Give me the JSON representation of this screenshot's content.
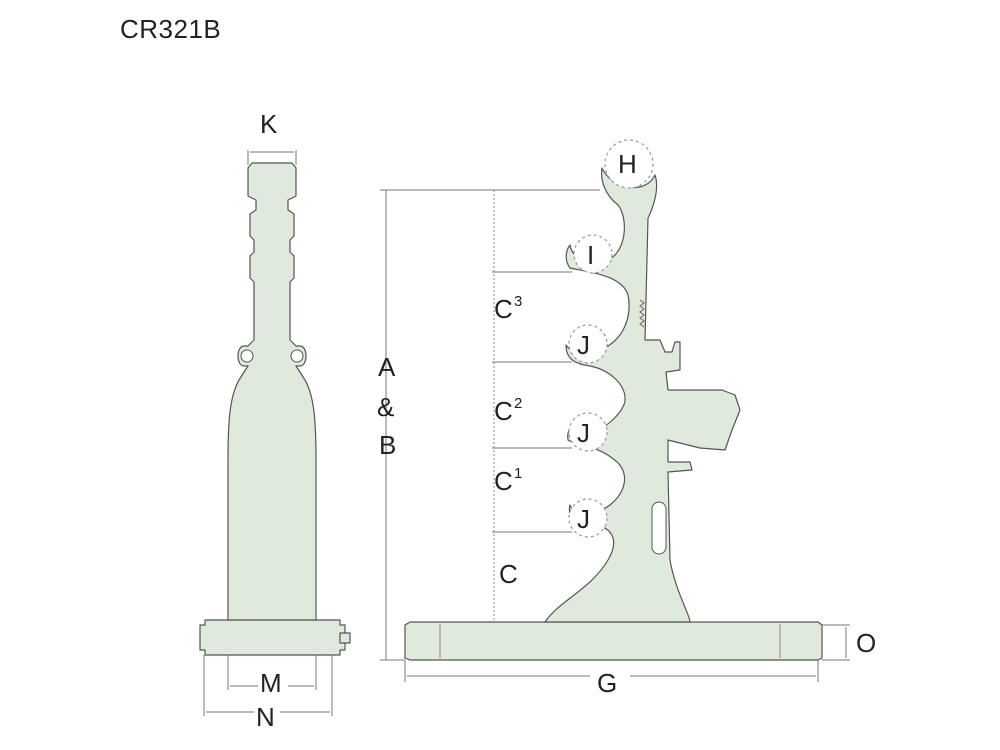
{
  "title": "CR321B",
  "labels": {
    "K": "K",
    "M": "M",
    "N": "N",
    "A": "A",
    "amp": "&",
    "B": "B",
    "H": "H",
    "I": "I",
    "J": "J",
    "C": "C",
    "C1_sup": "1",
    "C2_sup": "2",
    "C3_sup": "3",
    "G": "G",
    "O": "O"
  },
  "colors": {
    "body": "#dfe9dc",
    "outline": "#555555",
    "dimension": "#777777"
  }
}
